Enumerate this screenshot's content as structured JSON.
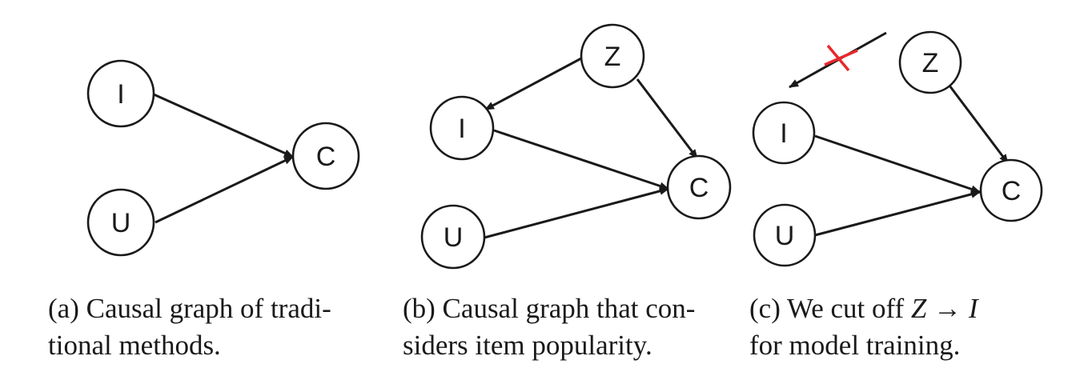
{
  "panels": [
    {
      "id": "a",
      "nodes": [
        {
          "id": "I",
          "label": "I"
        },
        {
          "id": "U",
          "label": "U"
        },
        {
          "id": "C",
          "label": "C"
        }
      ],
      "edges": [
        [
          "I",
          "C"
        ],
        [
          "U",
          "C"
        ]
      ],
      "caption": {
        "line1": "(a)  Causal graph  of  tradi-",
        "line2": "tional methods."
      }
    },
    {
      "id": "b",
      "nodes": [
        {
          "id": "Z",
          "label": "Z"
        },
        {
          "id": "I",
          "label": "I"
        },
        {
          "id": "U",
          "label": "U"
        },
        {
          "id": "C",
          "label": "C"
        }
      ],
      "edges": [
        [
          "Z",
          "I"
        ],
        [
          "Z",
          "C"
        ],
        [
          "I",
          "C"
        ],
        [
          "U",
          "C"
        ]
      ],
      "caption": {
        "line1": "(b)  Causal graph that con-",
        "line2": "siders item popularity."
      }
    },
    {
      "id": "c",
      "nodes": [
        {
          "id": "Z",
          "label": "Z"
        },
        {
          "id": "I",
          "label": "I"
        },
        {
          "id": "U",
          "label": "U"
        },
        {
          "id": "C",
          "label": "C"
        }
      ],
      "edges": [
        [
          "Z",
          "C"
        ],
        [
          "I",
          "C"
        ],
        [
          "U",
          "C"
        ]
      ],
      "cut_edge": [
        "Z",
        "I"
      ],
      "cut_marker_color": "#e8282b",
      "caption": {
        "line1_prefix": "(c)  We cut off ",
        "line1_math": "Z → I",
        "line2": "for model training."
      }
    }
  ],
  "colors": {
    "stroke": "#1a1a1a",
    "cut": "#e8282b"
  }
}
